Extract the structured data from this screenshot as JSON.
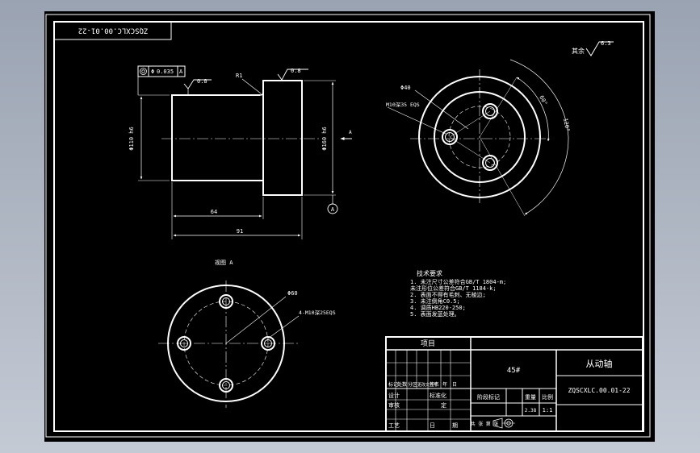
{
  "drawing_no_rotated": "ZQSCXLC.00.01-22",
  "roughness_other": "其余",
  "roughness_other_value": "6.3",
  "front_view": {
    "tolerance_frame_value": "0.035",
    "tolerance_frame_datum": "A",
    "roughness_1": "0.8",
    "roughness_2": "0.8",
    "radius_label": "R1",
    "dia_left": "Φ110 h6",
    "dia_right": "Φ160 h6",
    "dim_64": "64",
    "dim_91": "91",
    "datum_label": "A",
    "section_label": "A"
  },
  "side_view": {
    "circle_label": "Φ40",
    "hole_label": "M10深35 EQS",
    "angle_label": "60°",
    "angle_label_2": "120°"
  },
  "view_a": {
    "title": "视图 A",
    "dia_label": "Φ60",
    "holes_label": "4-M10深25EQS"
  },
  "tech_req": {
    "title": "技术要求",
    "lines": [
      "1. 未注尺寸公差符合GB/T 1804-m;",
      "   未注形位公差符合GB/T 1184-k;",
      "2. 表面不得有毛刺、无棱边;",
      "3. 未注倒角C0.5;",
      "4. 调质HB220-250;",
      "5. 表面发蓝处理。"
    ]
  },
  "title_block": {
    "project": "项目",
    "material": "45#",
    "part_name": "从动轴",
    "drawing_no": "ZQSCXLC.00.01-22",
    "stage_mark": "阶段标记",
    "weight": "重量",
    "scale": "比例",
    "scale_value": "1:1",
    "weight_value": "2.38",
    "left_rows": [
      [
        "标记",
        "处数",
        "分区",
        "更改文件号",
        "签名",
        "年",
        "月",
        "日"
      ],
      [
        "设计",
        "",
        "标准化",
        ""
      ],
      [
        "审核",
        "",
        "",
        "定"
      ],
      [
        "工艺",
        "",
        "日",
        "期"
      ]
    ],
    "sheet_info": "共 张 第 张",
    "proj_symbol": "投影符号"
  }
}
